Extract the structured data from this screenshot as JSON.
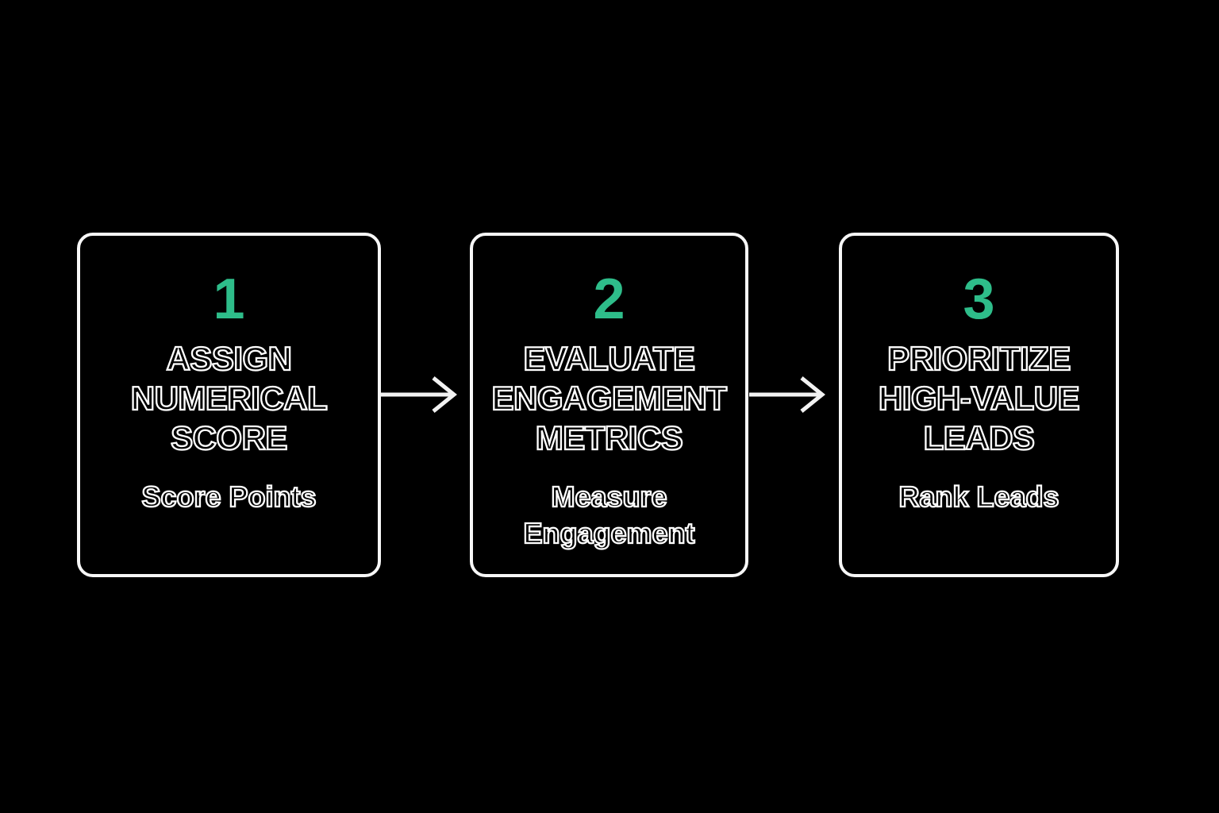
{
  "diagram": {
    "type": "process-flow",
    "direction": "left-to-right",
    "background_color": "#000000",
    "card_border_color": "#f7f7f7",
    "text_outline_color": "#ffffff",
    "colors": {
      "accent": "#2ebd8a",
      "arrow": "#f2f2f2"
    },
    "steps": [
      {
        "number": "1",
        "title": "ASSIGN NUMERICAL SCORE",
        "subtitle": "Score Points"
      },
      {
        "number": "2",
        "title": "EVALUATE ENGAGEMENT METRICS",
        "subtitle": "Measure Engagement"
      },
      {
        "number": "3",
        "title": "PRIORITIZE HIGH-VALUE LEADS",
        "subtitle": "Rank Leads"
      }
    ],
    "connectors": [
      {
        "from": "1",
        "to": "2",
        "icon": "arrow-right-icon"
      },
      {
        "from": "2",
        "to": "3",
        "icon": "arrow-right-icon"
      }
    ]
  }
}
